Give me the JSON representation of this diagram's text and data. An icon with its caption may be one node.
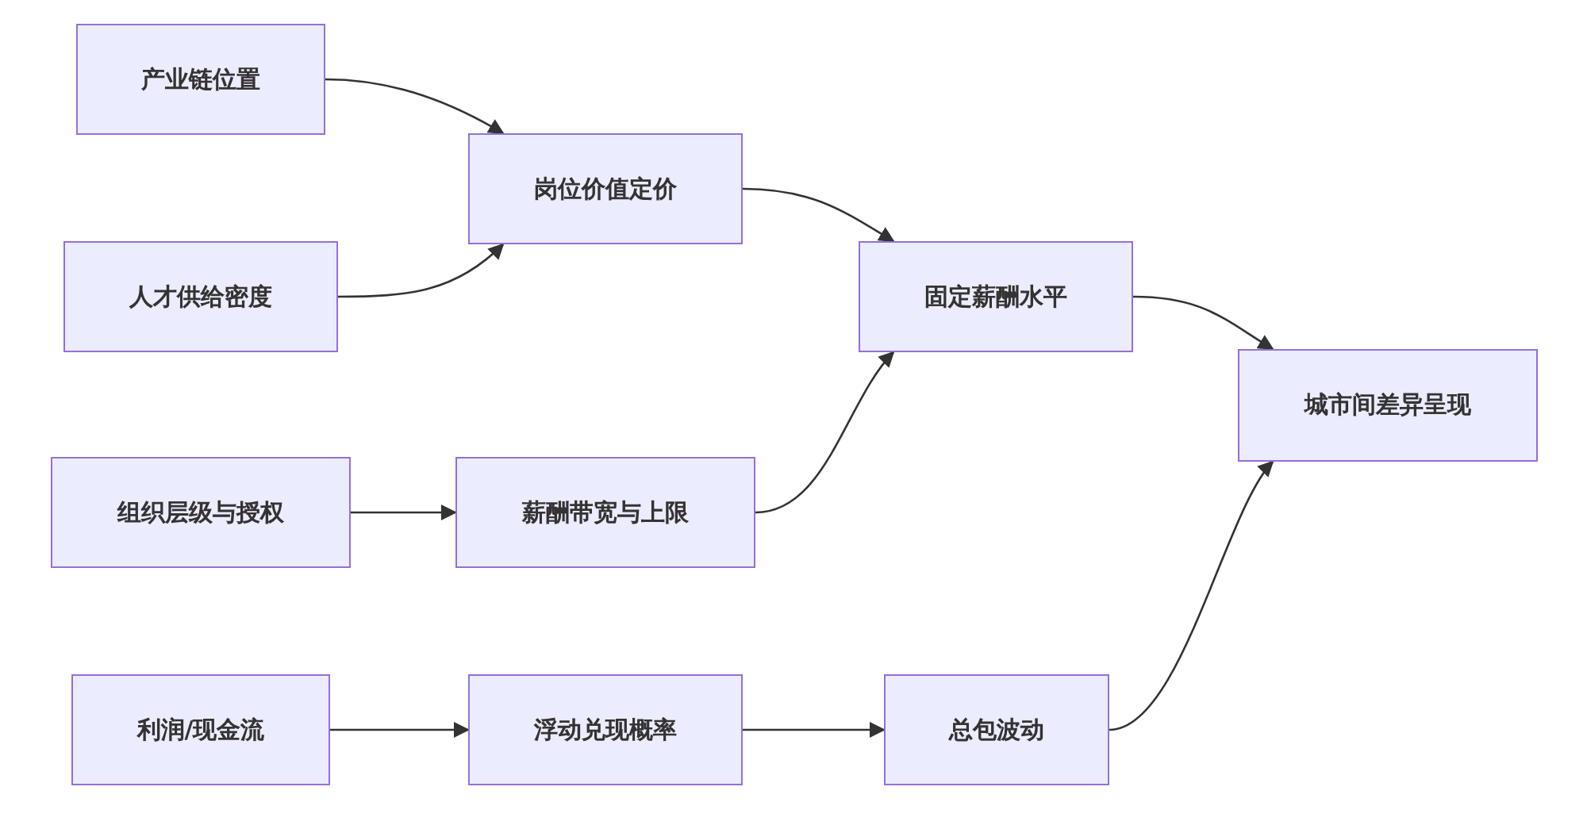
{
  "diagram": {
    "nodes": [
      {
        "text": [
          "产业链位置"
        ]
      },
      {
        "text": [
          "岗位价值定价"
        ]
      },
      {
        "text": [
          "人才供给密度"
        ]
      },
      {
        "text": [
          "固定薪酬水平"
        ]
      },
      {
        "text": [
          "城市间差异呈现"
        ]
      },
      {
        "text": [
          "组织层级与授权"
        ]
      },
      {
        "text": [
          "薪酬带宽与上限"
        ]
      },
      {
        "text": [
          "利润/现金流"
        ]
      },
      {
        "text": [
          "浮动兑现概率"
        ]
      },
      {
        "text": [
          "总包波动"
        ]
      }
    ],
    "edges": [
      {
        "from": 0,
        "to": 1,
        "arrow": "to"
      },
      {
        "from": 2,
        "to": 1,
        "arrow": "to"
      },
      {
        "from": 1,
        "to": 3,
        "arrow": "to"
      },
      {
        "from": 3,
        "to": 4,
        "arrow": "to"
      },
      {
        "from": 5,
        "to": 6,
        "arrow": "to"
      },
      {
        "from": 6,
        "to": 3,
        "arrow": "to"
      },
      {
        "from": 7,
        "to": 8,
        "arrow": "to"
      },
      {
        "from": 8,
        "to": 9,
        "arrow": "to"
      },
      {
        "from": 9,
        "to": 4,
        "arrow": "to"
      }
    ]
  }
}
